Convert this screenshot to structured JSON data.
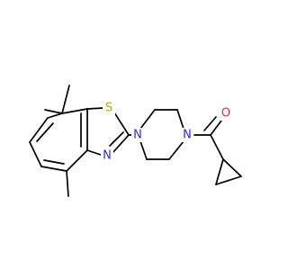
{
  "molecule": {
    "atoms": [
      {
        "id": "S",
        "label": "S",
        "color": "#b8a300"
      },
      {
        "id": "N1",
        "label": "N",
        "color": "#2b2bd6"
      },
      {
        "id": "N2",
        "label": "N",
        "color": "#2b2bd6"
      },
      {
        "id": "N3",
        "label": "N",
        "color": "#2b2bd6"
      },
      {
        "id": "O",
        "label": "O",
        "color": "#e03030"
      }
    ],
    "bond_color": "#000000"
  }
}
